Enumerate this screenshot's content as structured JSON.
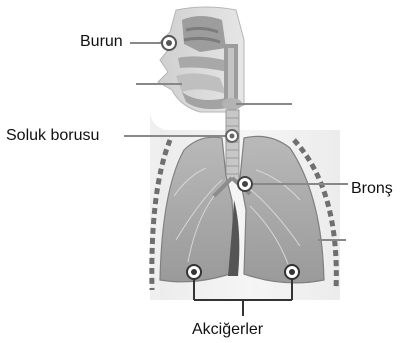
{
  "labels": {
    "nose": "Burun",
    "trachea": "Soluk borusu",
    "bronchus": "Bronş",
    "lungs": "Akciğerler"
  }
}
